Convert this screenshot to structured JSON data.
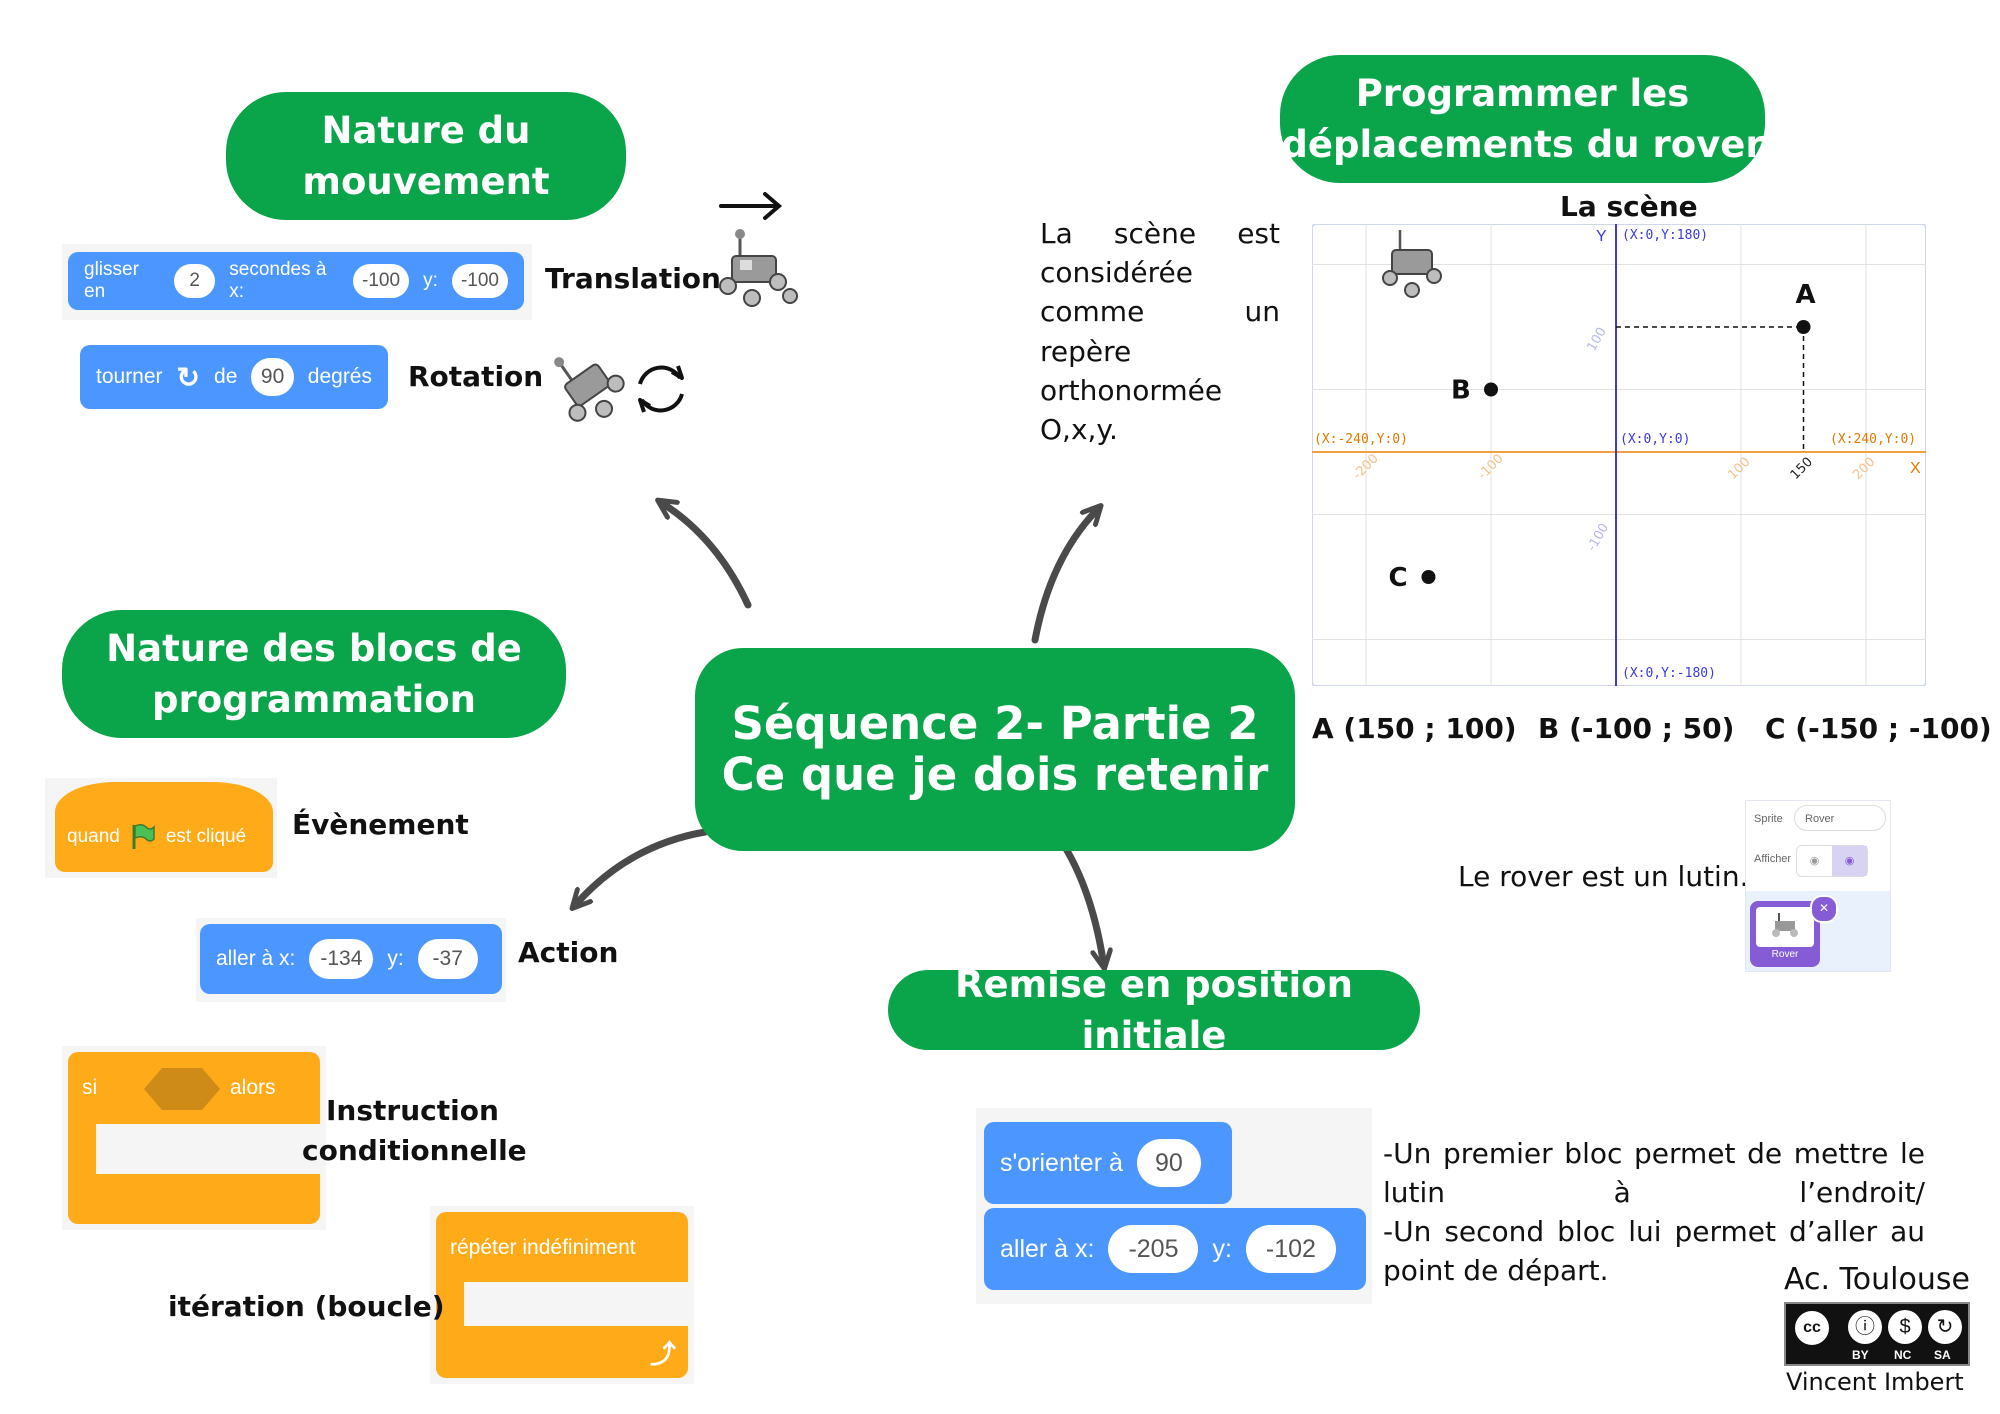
{
  "title": {
    "line1": "Séquence 2- Partie 2",
    "line2": "Ce que je dois retenir"
  },
  "nature_mouvement": {
    "title_line1": "Nature du",
    "title_line2": "mouvement",
    "glide_block": {
      "prefix": "glisser en",
      "secs": "2",
      "middle": "secondes à x:",
      "x": "-100",
      "y_label": "y:",
      "y": "-100"
    },
    "translation_label": "Translation",
    "turn_block": {
      "prefix": "tourner",
      "middle": "de",
      "deg": "90",
      "suffix": "degrés"
    },
    "rotation_label": "Rotation"
  },
  "programmer": {
    "title_line1": "Programmer les",
    "title_line2": "déplacements du rover",
    "scene_title": "La scène",
    "scene_text": "La scène est considérée comme un repère orthonormée O,x,y.",
    "coords": [
      "A (150 ; 100)",
      "B (-100 ; 50)",
      "C (-150 ; -100)"
    ],
    "sprite_text": "Le rover est un lutin.",
    "sprite_panel": {
      "sprite_label": "Sprite",
      "sprite_name": "Rover",
      "show_label": "Afficher",
      "thumb_label": "Rover"
    }
  },
  "chart_data": {
    "type": "scatter",
    "title": "La scène",
    "xlabel": "X",
    "ylabel": "Y",
    "xlim": [
      -240,
      240
    ],
    "ylim": [
      -180,
      180
    ],
    "points": [
      {
        "name": "A",
        "x": 150,
        "y": 100
      },
      {
        "name": "B",
        "x": -100,
        "y": 50
      },
      {
        "name": "C",
        "x": -150,
        "y": -100
      }
    ],
    "axis_labels": {
      "left": "(X:-240,Y:0)",
      "right": "(X:240,Y:0)",
      "top": "(X:0,Y:180)",
      "bottom": "(X:0,Y:-180)",
      "origin": "(X:0,Y:0)"
    },
    "x_ticks": [
      "-200",
      "-100",
      "100",
      "150",
      "200"
    ],
    "y_ticks": [
      "100",
      "-100"
    ]
  },
  "nature_blocs": {
    "title_line1": "Nature des blocs de",
    "title_line2": "programmation",
    "event_block": {
      "prefix": "quand",
      "suffix": "est cliqué"
    },
    "event_label": "Évènement",
    "goto_block": {
      "prefix": "aller à x:",
      "x": "-134",
      "y_label": "y:",
      "y": "-37"
    },
    "action_label": "Action",
    "if_block": {
      "if": "si",
      "then": "alors"
    },
    "if_label_line1": "Instruction",
    "if_label_line2": "conditionnelle",
    "repeat_block": {
      "label": "répéter indéfiniment"
    },
    "repeat_label": "itération (boucle)"
  },
  "remise": {
    "title": "Remise en position initiale",
    "orient_block": {
      "prefix": "s'orienter à",
      "value": "90"
    },
    "goto_block": {
      "prefix": "aller à x:",
      "x": "-205",
      "y_label": "y:",
      "y": "-102"
    },
    "text1": "-Un premier bloc permet de mettre le lutin à l’endroit/",
    "text2": "-Un second bloc lui permet d’aller au point de départ."
  },
  "credits": {
    "institution": "Ac. Toulouse",
    "license": [
      "BY",
      "NC",
      "SA"
    ],
    "author": "Vincent Imbert"
  },
  "colors": {
    "green": "#0aa44a",
    "blue": "#4c97ff",
    "orange": "#ffab19",
    "arrow": "#4a4a4a"
  }
}
